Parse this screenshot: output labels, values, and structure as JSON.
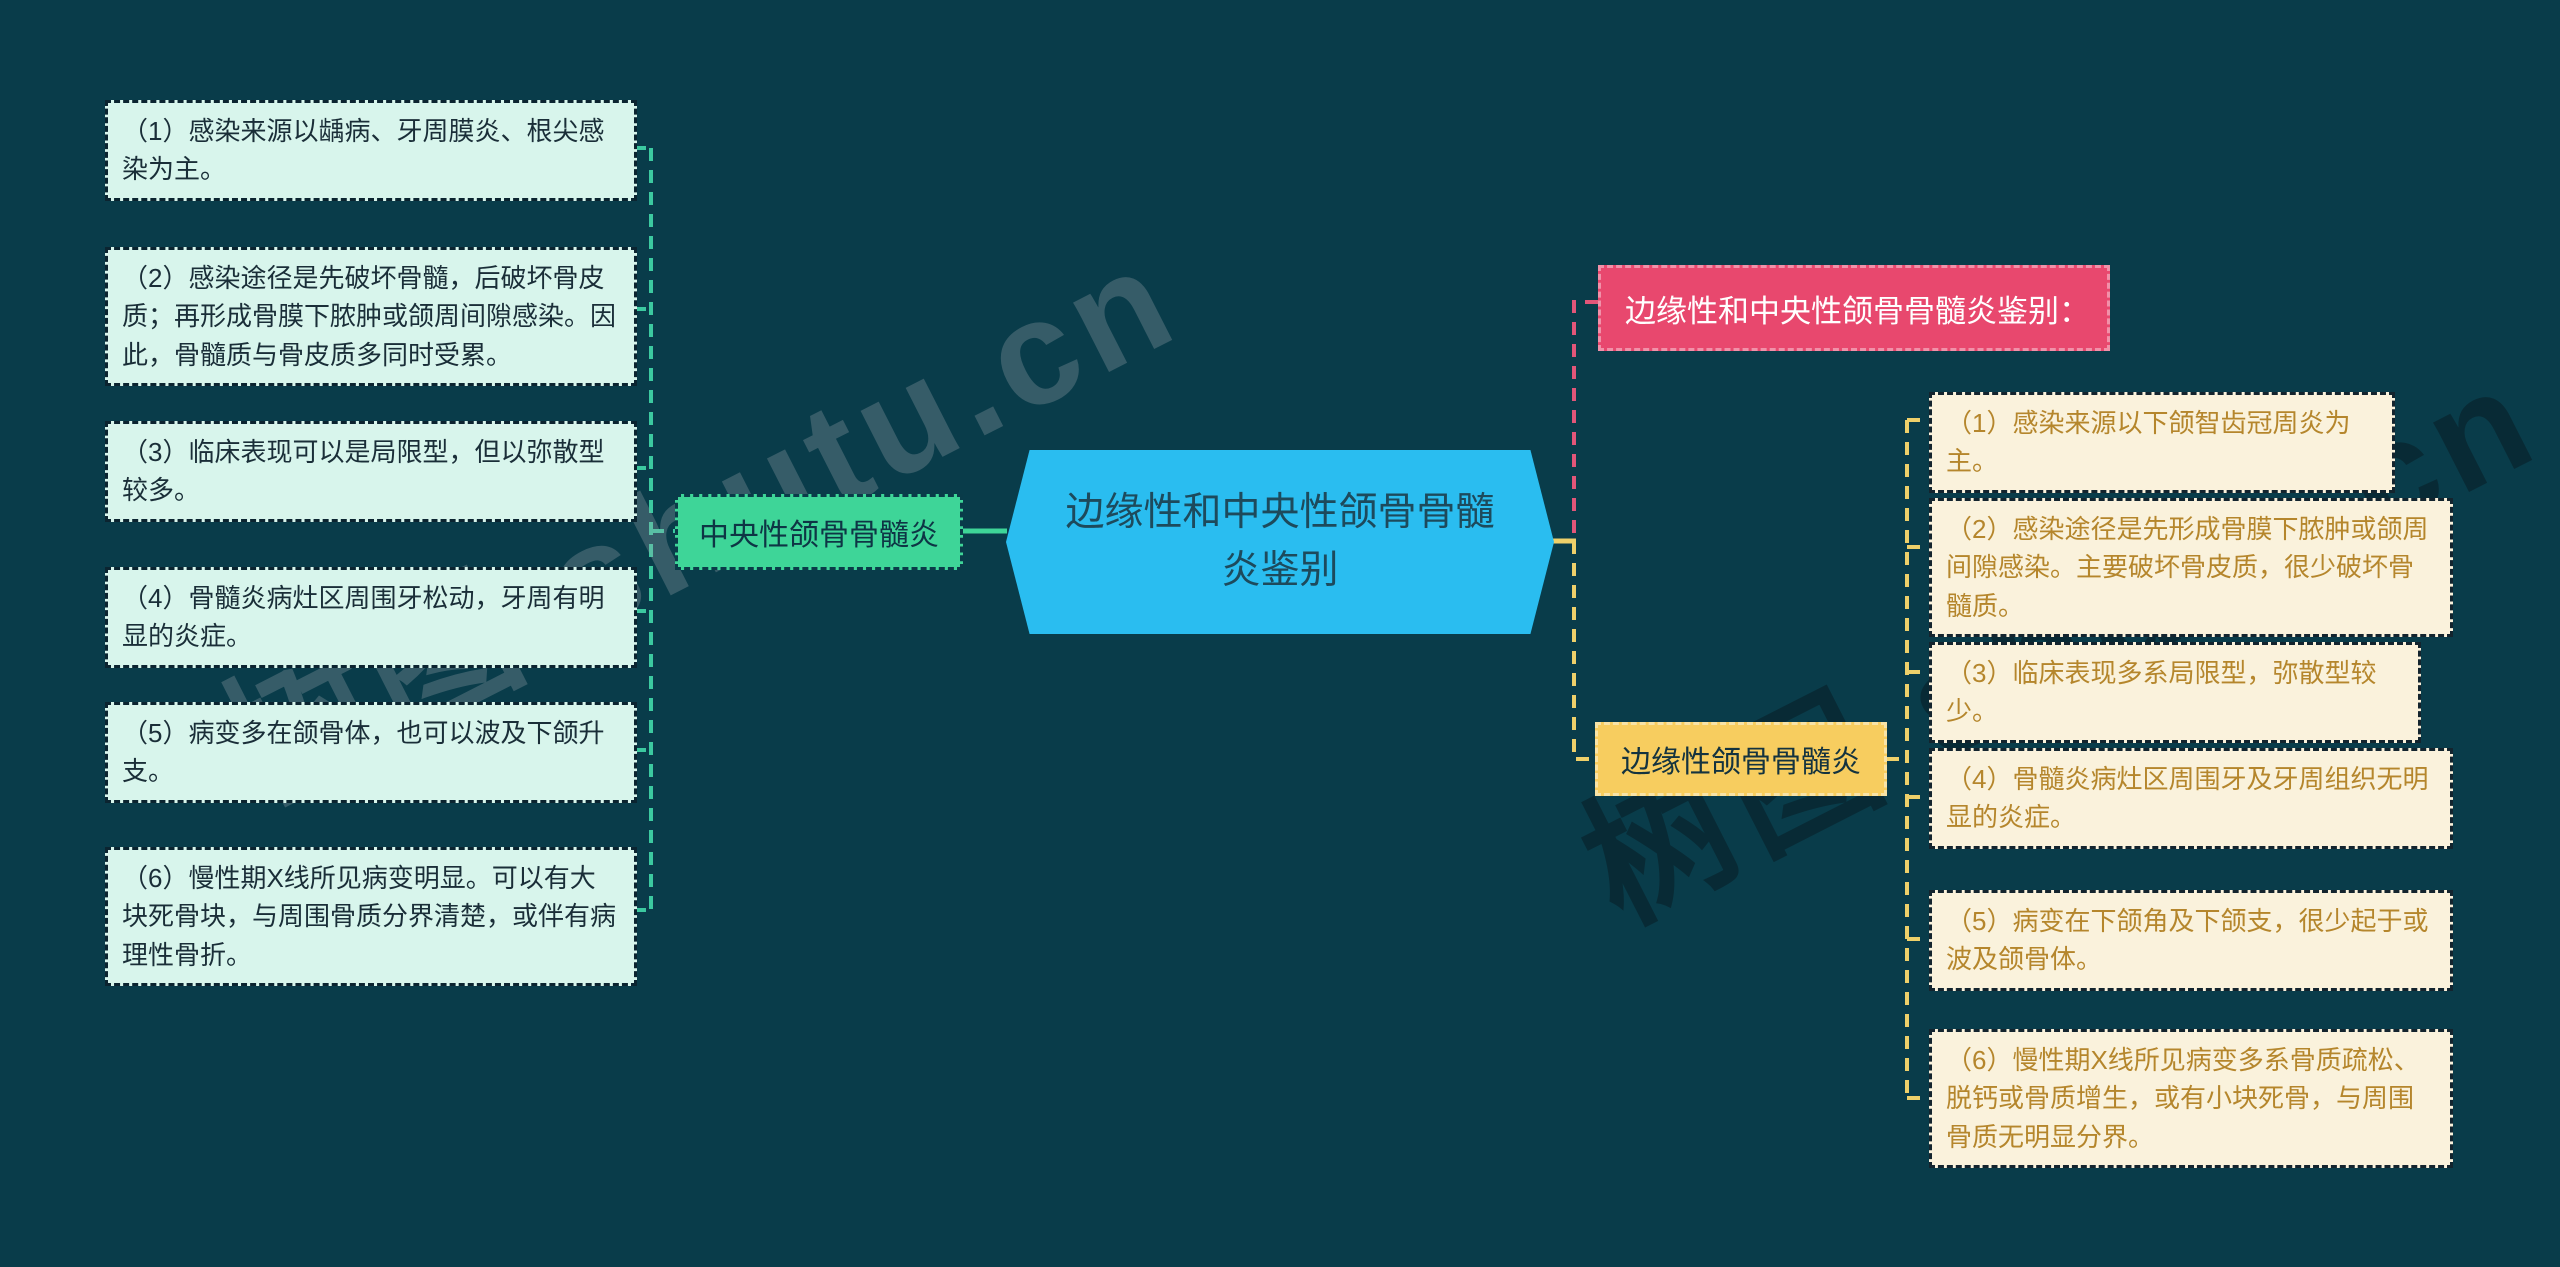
{
  "canvas": {
    "background": "#093c4a"
  },
  "watermark": {
    "text": "树图 shutu.cn"
  },
  "root": {
    "label": "边缘性和中央性颌骨骨髓炎鉴别",
    "fill": "#2abdf0",
    "text_color": "#1d4a5c"
  },
  "left": {
    "node_label": "中央性颌骨骨髓炎",
    "node_fill": "#3ed598",
    "connector_color": "#3cc9a0",
    "item_fill": "#d8f5ec",
    "item_text_color": "#1a2e38",
    "items": [
      "（1）感染来源以龋病、牙周膜炎、根尖感染为主。",
      "（2）感染途径是先破坏骨髓，后破坏骨皮质；再形成骨膜下脓肿或颌周间隙感染。因此，骨髓质与骨皮质多同时受累。",
      "（3）临床表现可以是局限型，但以弥散型较多。",
      "（4）骨髓炎病灶区周围牙松动，牙周有明显的炎症。",
      "（5）病变多在颌骨体，也可以波及下颌升支。",
      "（6）慢性期X线所见病变明显。可以有大块死骨块，与周围骨质分界清楚，或伴有病理性骨折。"
    ]
  },
  "right": {
    "header_label": "边缘性和中央性颌骨骨髓炎鉴别：",
    "header_fill": "#e8486e",
    "node_label": "边缘性颌骨骨髓炎",
    "node_fill": "#f7cd5f",
    "connector_yellow": "#eed06a",
    "connector_pink": "#e25679",
    "item_fill": "#faf2dc",
    "item_text_color": "#b5862c",
    "items": [
      "（1）感染来源以下颌智齿冠周炎为主。",
      "（2）感染途径是先形成骨膜下脓肿或颌周间隙感染。主要破坏骨皮质，很少破坏骨髓质。",
      "（3）临床表现多系局限型，弥散型较少。",
      "（4）骨髓炎病灶区周围牙及牙周组织无明显的炎症。",
      "（5）病变在下颌角及下颌支，很少起于或波及颌骨体。",
      "（6）慢性期X线所见病变多系骨质疏松、脱钙或骨质增生，或有小块死骨，与周围骨质无明显分界。"
    ]
  }
}
